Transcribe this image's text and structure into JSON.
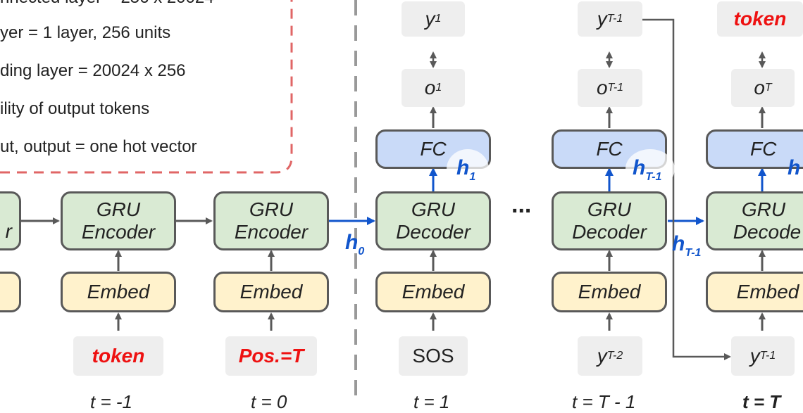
{
  "notes": [
    "nnected layer = 256 x 20024",
    "yer = 1 layer, 256 units",
    "ding layer = 20024 x 256",
    "ility of output tokens",
    "ut, output = one hot vector"
  ],
  "encoder": {
    "gru_line1": "GRU",
    "gru_line2": "Encoder",
    "embed": "Embed",
    "inputs": [
      "token",
      "Pos.=T"
    ],
    "steps": [
      "t = -1",
      "t = 0"
    ],
    "partial_gru_text": "r"
  },
  "decoder": {
    "gru_line1": "GRU",
    "gru_line2": "Decoder",
    "partial_gru_line2": "Decode",
    "embed": "Embed",
    "fc": "FC",
    "ellipsis": "...",
    "columns": [
      {
        "input": "SOS",
        "output_main": "o",
        "output_sub": "1",
        "target_main": "y",
        "target_sub": "1",
        "h_main": "h",
        "h_sub": "1",
        "step": "t = 1"
      },
      {
        "input_main": "y",
        "input_sub": "T-2",
        "output_main": "o",
        "output_sub": "T-1",
        "target_main": "y",
        "target_sub": "T-1",
        "h_main": "h",
        "h_sub": "T-1",
        "step": "t = T - 1"
      },
      {
        "input_main": "y",
        "input_sub": "T-1",
        "output_main": "o",
        "output_sub": "T",
        "target": "token",
        "h_main": "h",
        "h_sub": "",
        "step": "t = T"
      }
    ]
  },
  "hidden": {
    "h0_main": "h",
    "h0_sub": "0",
    "ht1_main": "h",
    "ht1_sub": "T-1"
  },
  "colors": {
    "gru_fill": "#d9ead3",
    "embed_fill": "#fff2cc",
    "fc_fill": "#c9daf8",
    "hidden_arrow": "#1155cc",
    "highlight_text": "#ee1111",
    "note_border": "#e06666"
  }
}
